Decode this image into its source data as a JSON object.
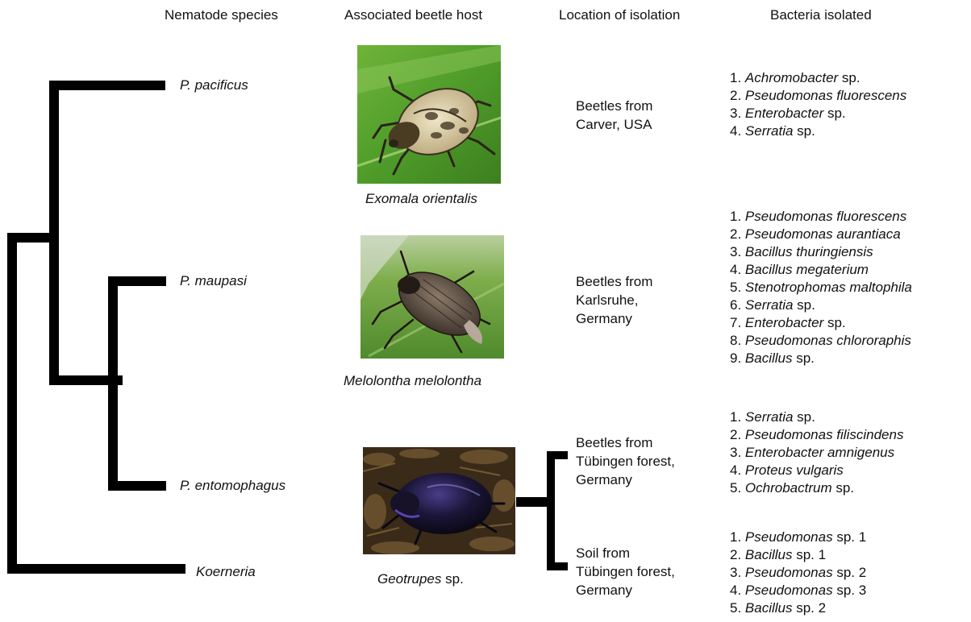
{
  "headers": {
    "nematode": "Nematode species",
    "beetle": "Associated beetle host",
    "location": "Location of isolation",
    "bacteria": "Bacteria isolated"
  },
  "nematodes": [
    "P. pacificus",
    "P. maupasi",
    "P. entomophagus",
    "Koerneria"
  ],
  "beetles": [
    {
      "italic": "Exomala orientalis",
      "rest": ""
    },
    {
      "italic": "Melolontha melolontha",
      "rest": ""
    },
    {
      "italic": "Geotrupes",
      "rest": " sp."
    }
  ],
  "locations": [
    [
      "Beetles from",
      "Carver, USA"
    ],
    [
      "Beetles from",
      "Karlsruhe,",
      "Germany"
    ],
    [
      "Beetles from",
      "Tübingen forest,",
      "Germany"
    ],
    [
      "Soil from",
      "Tübingen forest,",
      "Germany"
    ]
  ],
  "bacteria": [
    [
      {
        "n": "1. ",
        "i": "Achromobacter",
        "r": " sp."
      },
      {
        "n": "2. ",
        "i": "Pseudomonas fluorescens",
        "r": ""
      },
      {
        "n": "3. ",
        "i": "Enterobacter",
        "r": " sp."
      },
      {
        "n": "4. ",
        "i": "Serratia",
        "r": " sp."
      }
    ],
    [
      {
        "n": "1. ",
        "i": "Pseudomonas fluorescens",
        "r": ""
      },
      {
        "n": "2. ",
        "i": "Pseudomonas aurantiaca",
        "r": ""
      },
      {
        "n": "3. ",
        "i": "Bacillus thuringiensis",
        "r": ""
      },
      {
        "n": "4. ",
        "i": "Bacillus megaterium",
        "r": ""
      },
      {
        "n": "5. ",
        "i": "Stenotrophomas maltophila",
        "r": ""
      },
      {
        "n": "6. ",
        "i": "Serratia",
        "r": " sp."
      },
      {
        "n": "7. ",
        "i": "Enterobacter",
        "r": " sp."
      },
      {
        "n": "8. ",
        "i": "Pseudomonas chlororaphis",
        "r": ""
      },
      {
        "n": "9. ",
        "i": "Bacillus",
        "r": " sp."
      }
    ],
    [
      {
        "n": "1. ",
        "i": "Serratia",
        "r": " sp."
      },
      {
        "n": "2. ",
        "i": "Pseudomonas filiscindens",
        "r": ""
      },
      {
        "n": "3. ",
        "i": "Enterobacter amnigenus",
        "r": ""
      },
      {
        "n": "4. ",
        "i": "Proteus vulgaris",
        "r": ""
      },
      {
        "n": "5. ",
        "i": "Ochrobactrum",
        "r": " sp."
      }
    ],
    [
      {
        "n": "1. ",
        "i": "Pseudomonas",
        "r": " sp. 1"
      },
      {
        "n": "2. ",
        "i": "Bacillus",
        "r": " sp. 1"
      },
      {
        "n": "3. ",
        "i": "Pseudomonas",
        "r": " sp. 2"
      },
      {
        "n": "4. ",
        "i": "Pseudomonas",
        "r": " sp. 3"
      },
      {
        "n": "5. ",
        "i": "Bacillus",
        "r": " sp. 2"
      }
    ]
  ],
  "photo_icons": [
    "scarab-beetle-on-leaf-photo",
    "cockchafer-on-leaf-photo",
    "dung-beetle-on-soil-photo"
  ]
}
